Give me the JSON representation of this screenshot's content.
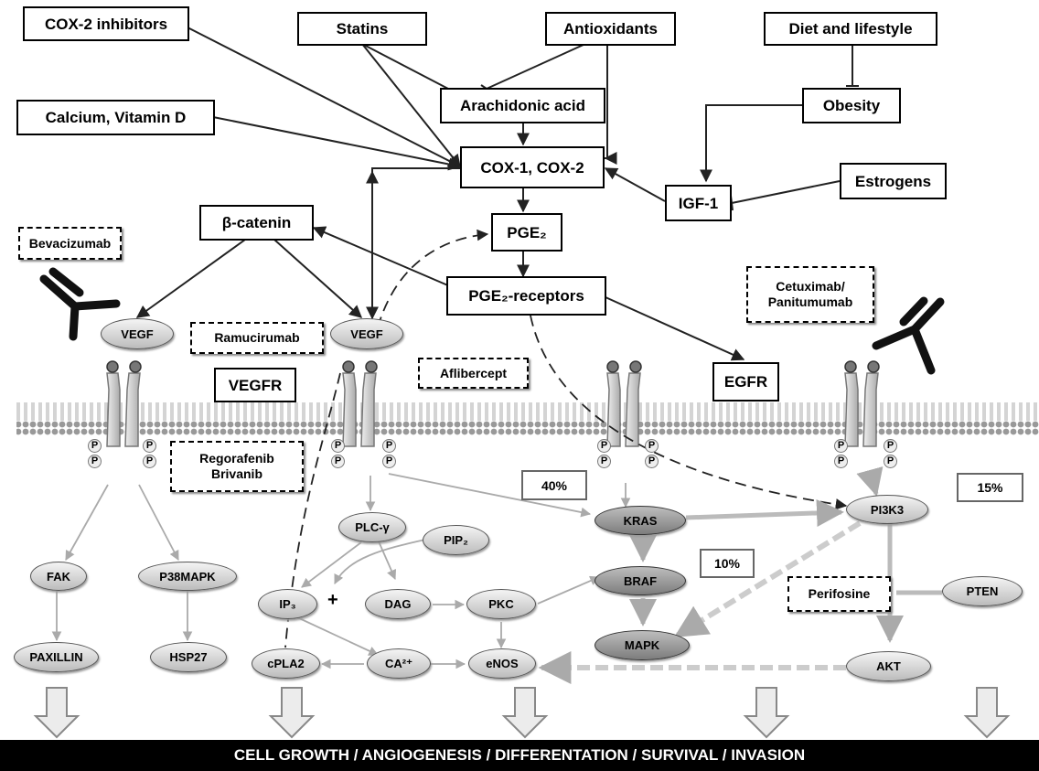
{
  "boxes": {
    "cox2_inhibitors": "COX-2 inhibitors",
    "statins": "Statins",
    "antioxidants": "Antioxidants",
    "diet": "Diet and lifestyle",
    "calcium": "Calcium, Vitamin D",
    "arachidonic": "Arachidonic acid",
    "obesity": "Obesity",
    "cox": "COX-1, COX-2",
    "igf1": "IGF-1",
    "estrogens": "Estrogens",
    "beta_catenin": "β-catenin",
    "pge2": "PGE₂",
    "pge2_receptors": "PGE₂-receptors",
    "vegfr": "VEGFR",
    "egfr": "EGFR"
  },
  "drugs": {
    "bevacizumab": "Bevacizumab",
    "ramucirumab": "Ramucirumab",
    "aflibercept": "Aflibercept",
    "cetuximab": "Cetuximab/ Panitumumab",
    "regorafenib": "Regorafenib Brivanib",
    "perifosine": "Perifosine"
  },
  "nodes": {
    "vegf1": "VEGF",
    "vegf2": "VEGF",
    "fak": "FAK",
    "p38": "P38MAPK",
    "paxillin": "PAXILLIN",
    "hsp27": "HSP27",
    "plc": "PLC-γ",
    "pip2": "PIP₂",
    "ip3": "IP₃",
    "dag": "DAG",
    "pkc": "PKC",
    "cpla2": "cPLA2",
    "ca": "CA²⁺",
    "enos": "eNOS",
    "kras": "KRAS",
    "braf": "BRAF",
    "mapk": "MAPK",
    "pi3k3": "PI3K3",
    "pten": "PTEN",
    "akt": "AKT"
  },
  "percents": {
    "kras": "40%",
    "braf": "10%",
    "pi3k": "15%"
  },
  "phospho": "P",
  "plus": "+",
  "footer": "CELL GROWTH / ANGIOGENESIS / DIFFERENTATION / SURVIVAL / INVASION"
}
